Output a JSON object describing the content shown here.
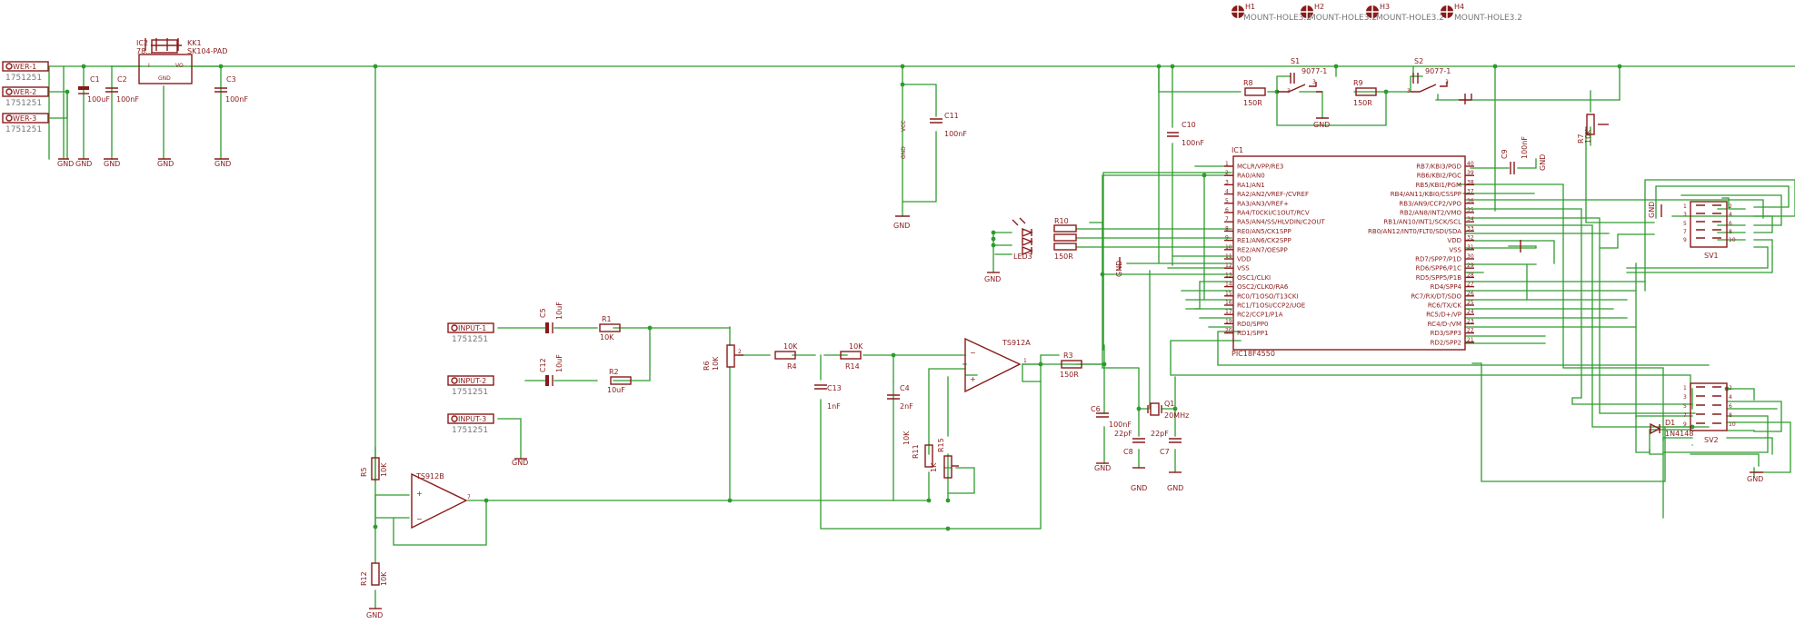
{
  "power_in": [
    {
      "name": "WER-1",
      "value": "1751251"
    },
    {
      "name": "WER-2",
      "value": "1751251"
    },
    {
      "name": "WER-3",
      "value": "1751251"
    }
  ],
  "input_connectors": [
    {
      "name": "INPUT-1",
      "value": "1751251"
    },
    {
      "name": "INPUT-2",
      "value": "1751251"
    },
    {
      "name": "INPUT-3",
      "value": "1751251"
    }
  ],
  "mount_holes": [
    {
      "ref": "H1",
      "label": "MOUNT-HOLE3.2"
    },
    {
      "ref": "H2",
      "label": "MOUNT-HOLE3.2"
    },
    {
      "ref": "H3",
      "label": "MOUNT-HOLE3.2"
    },
    {
      "ref": "H4",
      "label": "MOUNT-HOLE3.2"
    }
  ],
  "regulator": {
    "ref": "IC2",
    "part": "78...",
    "heatsink_ref": "KK1",
    "heatsink": "SK104-PAD",
    "gnd": "GND",
    "pin_i": "I",
    "pin_o": "VO"
  },
  "capacitors": {
    "C1": "100uF",
    "C2": "100nF",
    "C3": "100nF",
    "C11": "100nF",
    "C10": "100nF",
    "C9": "100nF",
    "C5": "10uF",
    "C12": "10uF",
    "C13": "1nF",
    "C4": "2nF",
    "C6": "100nF",
    "C8": "22pF",
    "C7": "22pF"
  },
  "resistors": {
    "R8": "150R",
    "R9": "150R",
    "R7": "10K",
    "R10": "150R",
    "R1": "10K",
    "R2": "10uF",
    "R3": "150R",
    "R4": "10K",
    "R14": "10K",
    "R5": "10K",
    "R11": "10K",
    "R12": "10K",
    "R15": "1K",
    "R6": "10K"
  },
  "switches": [
    {
      "ref": "S1",
      "part": "9077-1"
    },
    {
      "ref": "S2",
      "part": "9077-1"
    }
  ],
  "opamps": {
    "a": "TS912A",
    "b": "TS912B"
  },
  "crystal": {
    "ref": "Q1",
    "value": "20MHz"
  },
  "diode": {
    "ref": "D1",
    "part": "1N4148"
  },
  "led": {
    "ref": "LED3"
  },
  "headers": {
    "sv1": "SV1",
    "sv2": "SV2"
  },
  "mcu": {
    "ref": "IC1",
    "part": "PIC18F4550",
    "left_pins": [
      "MCLR/VPP/RE3",
      "RA0/AN0",
      "RA1/AN1",
      "RA2/AN2/VREF-/CVREF",
      "RA3/AN3/VREF+",
      "RA4/T0CKI/C1OUT/RCV",
      "RA5/AN4/SS/HLVDIN/C2OUT",
      "RE0/AN5/CK1SPP",
      "RE1/AN6/CK2SPP",
      "RE2/AN7/OESPP",
      "VDD",
      "VSS",
      "OSC1/CLKI",
      "OSC2/CLKO/RA6",
      "RC0/T1OSO/T13CKI",
      "RC1/T1OSI/CCP2/UOE",
      "RC2/CCP1/P1A",
      "RD0/SPP0",
      "RD1/SPP1"
    ],
    "left_nums": [
      "1",
      "2",
      "3",
      "4",
      "5",
      "6",
      "7",
      "8",
      "9",
      "10",
      "11",
      "12",
      "13",
      "14",
      "15",
      "16",
      "17",
      "19",
      "20"
    ],
    "right_pins": [
      "RB7/KBI3/PGD",
      "RB6/KBI2/PGC",
      "RB5/KBI1/PGM",
      "RB4/AN11/KBI0/CSSPP",
      "RB3/AN9/CCP2/VPO",
      "RB2/AN8/INT2/VMO",
      "RB1/AN10/INT1/SCK/SCL",
      "RB0/AN12/INT0/FLT0/SDI/SDA",
      "VDD",
      "VSS",
      "RD7/SPP7/P1D",
      "RD6/SPP6/P1C",
      "RD5/SPP5/P1B",
      "RD4/SPP4",
      "RC7/RX/DT/SDO",
      "RC6/TX/CK",
      "RC5/D+/VP",
      "RC4/D-/VM",
      "RD3/SPP3",
      "RD2/SPP2"
    ],
    "right_nums": [
      "40",
      "39",
      "38",
      "37",
      "36",
      "35",
      "34",
      "33",
      "32",
      "31",
      "30",
      "29",
      "28",
      "27",
      "26",
      "25",
      "24",
      "23",
      "22",
      "21"
    ]
  },
  "net_labels": {
    "gnd": "GND",
    "vcc": "VCC"
  }
}
